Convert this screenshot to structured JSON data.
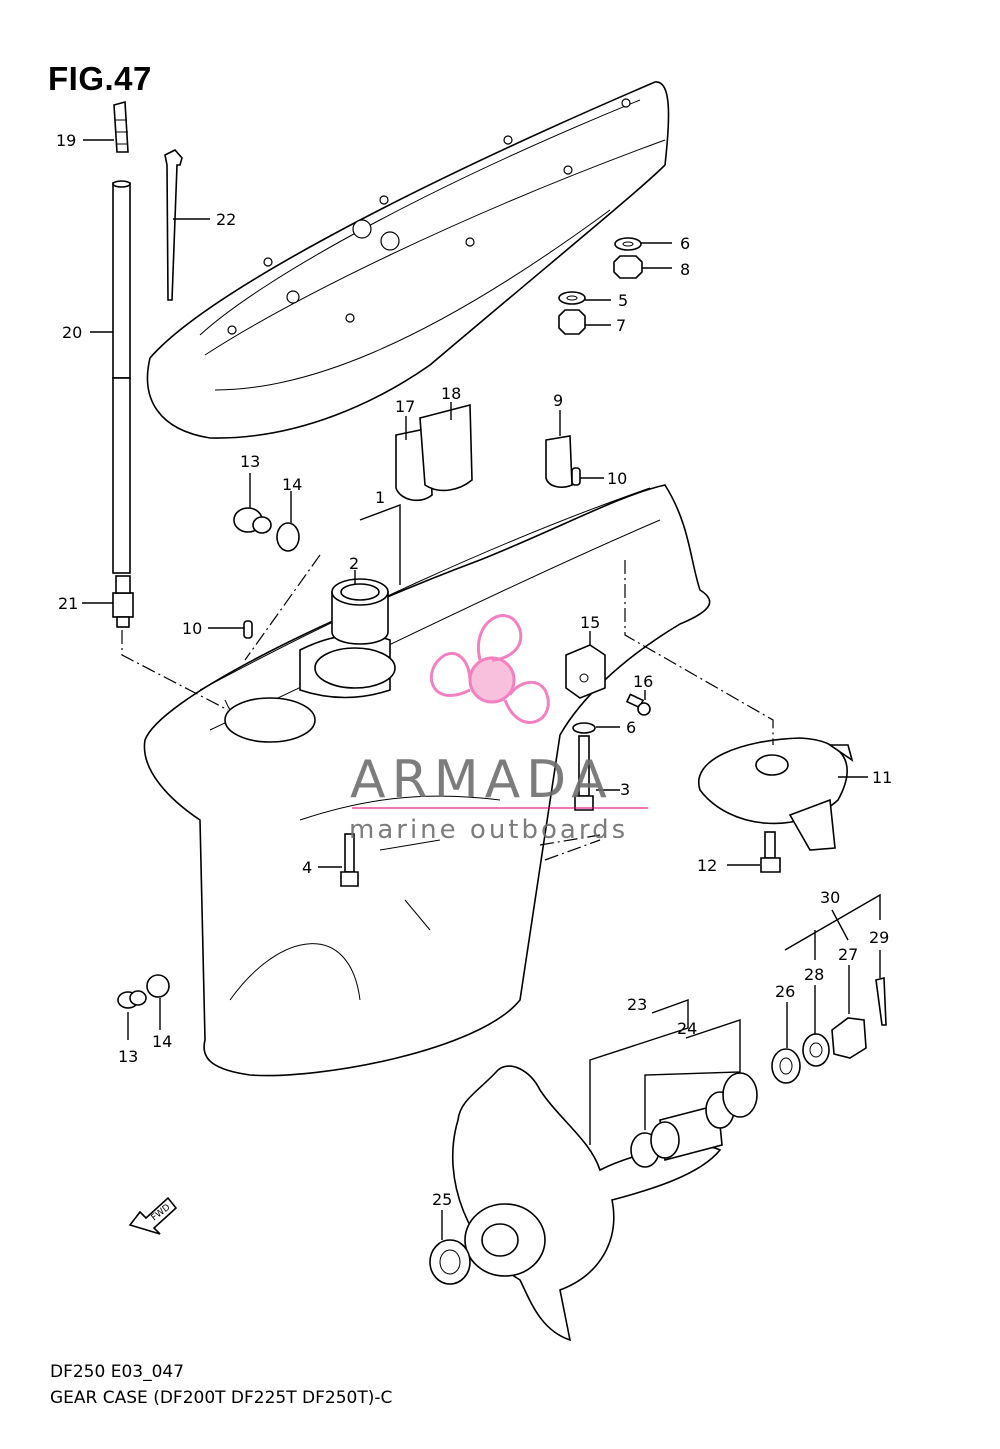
{
  "figure": {
    "title": "FIG.47",
    "model_code": "DF250 E03_047",
    "caption": "GEAR CASE (DF200T DF225T DF250T)-C"
  },
  "watermark": {
    "brand": "ARMADA",
    "tagline": "marine outboards",
    "color": "#e6007e"
  },
  "fwd_label": "FWD",
  "callouts": [
    "1",
    "2",
    "3",
    "4",
    "5",
    "6",
    "6",
    "7",
    "8",
    "9",
    "10",
    "10",
    "11",
    "12",
    "13",
    "13",
    "14",
    "14",
    "15",
    "16",
    "17",
    "18",
    "19",
    "20",
    "21",
    "22",
    "23",
    "24",
    "25",
    "26",
    "27",
    "28",
    "29",
    "30"
  ]
}
